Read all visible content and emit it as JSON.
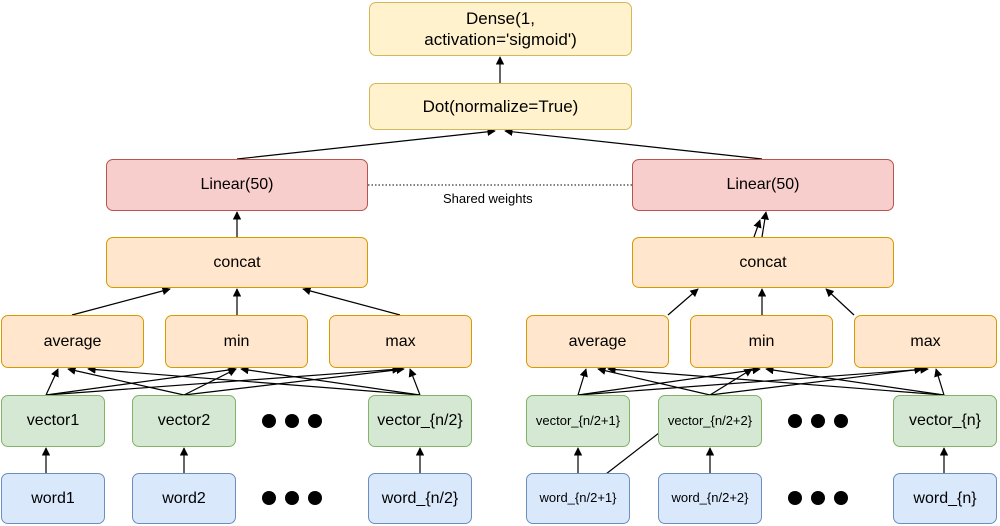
{
  "top": {
    "dense": "Dense(1, activation='sigmoid')",
    "dot": "Dot(normalize=True)",
    "shared_weights": "Shared weights"
  },
  "left_tower": {
    "linear": "Linear(50)",
    "concat": "concat",
    "poolings": [
      "average",
      "min",
      "max"
    ],
    "vectors": [
      "vector1",
      "vector2",
      "vector_{n/2}"
    ],
    "words": [
      "word1",
      "word2",
      "word_{n/2}"
    ]
  },
  "right_tower": {
    "linear": "Linear(50)",
    "concat": "concat",
    "poolings": [
      "average",
      "min",
      "max"
    ],
    "vectors": [
      "vector_{n/2+1}",
      "vector_{n/2+2}",
      "vector_{n}"
    ],
    "words": [
      "word_{n/2+1}",
      "word_{n/2+2}",
      "word_{n}"
    ]
  },
  "colors": {
    "dense_dot": "#fff2cc",
    "linear": "#f8cecc",
    "concat_pool": "#ffe6cc",
    "vector": "#d5e8d4",
    "word": "#dae8fc"
  }
}
